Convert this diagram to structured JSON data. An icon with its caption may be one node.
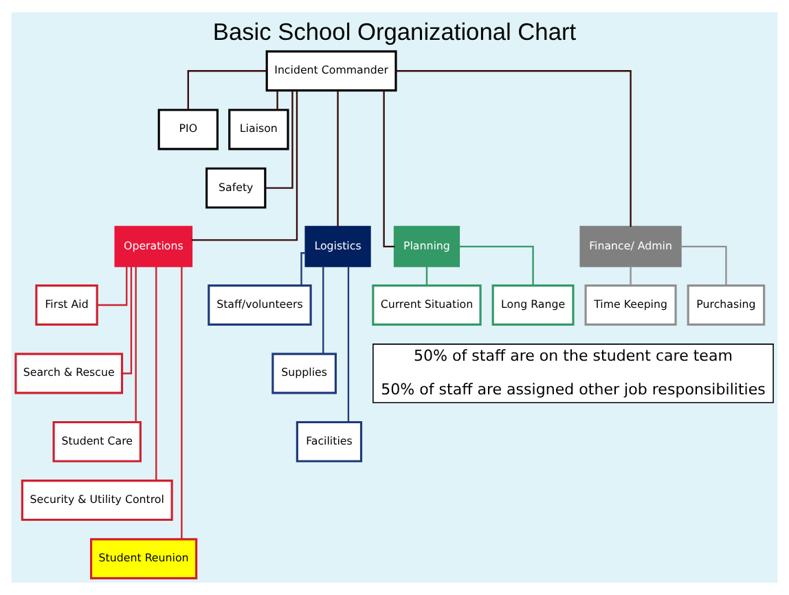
{
  "diagram": {
    "title": "Basic School Organizational Chart",
    "nodes": [
      {
        "text": [
          "Incident Commander"
        ]
      },
      {
        "text": [
          "PIO"
        ]
      },
      {
        "text": [
          "Liaison"
        ]
      },
      {
        "text": [
          "Safety"
        ]
      },
      {
        "text": [
          "Operations"
        ]
      },
      {
        "text": [
          "Logistics"
        ]
      },
      {
        "text": [
          "Planning"
        ]
      },
      {
        "text": [
          "Finance/ Admin"
        ]
      },
      {
        "text": [
          "First Aid"
        ]
      },
      {
        "text": [
          "Search & Rescue"
        ]
      },
      {
        "text": [
          "Student Care"
        ]
      },
      {
        "text": [
          "Security & Utility Control"
        ]
      },
      {
        "text": [
          "Student Reunion"
        ]
      },
      {
        "text": [
          "Staff/volunteers"
        ]
      },
      {
        "text": [
          "Supplies"
        ]
      },
      {
        "text": [
          "Facilities"
        ]
      },
      {
        "text": [
          "Current Situation"
        ]
      },
      {
        "text": [
          "Long Range"
        ]
      },
      {
        "text": [
          "Time Keeping"
        ]
      },
      {
        "text": [
          "Purchasing"
        ]
      },
      {
        "text": [
          "50% of staff are on the student care team",
          "50% of staff are assigned other job responsibilities"
        ]
      }
    ],
    "edges": [
      {
        "from": 0,
        "to": 1,
        "arrow": "none"
      },
      {
        "from": 0,
        "to": 2,
        "arrow": "none"
      },
      {
        "from": 0,
        "to": 3,
        "arrow": "none"
      },
      {
        "from": 0,
        "to": 4,
        "arrow": "none"
      },
      {
        "from": 0,
        "to": 5,
        "arrow": "none"
      },
      {
        "from": 0,
        "to": 6,
        "arrow": "none"
      },
      {
        "from": 0,
        "to": 7,
        "arrow": "none"
      },
      {
        "from": 4,
        "to": 8,
        "arrow": "none",
        "color": "#d0202e"
      },
      {
        "from": 4,
        "to": 9,
        "arrow": "none",
        "color": "#d0202e"
      },
      {
        "from": 4,
        "to": 10,
        "arrow": "none",
        "color": "#d0202e"
      },
      {
        "from": 4,
        "to": 11,
        "arrow": "none",
        "color": "#d0202e"
      },
      {
        "from": 4,
        "to": 12,
        "arrow": "none",
        "color": "#d0202e"
      },
      {
        "from": 5,
        "to": 13,
        "arrow": "none",
        "color": "#1f3a7a"
      },
      {
        "from": 5,
        "to": 14,
        "arrow": "none",
        "color": "#1f3a7a"
      },
      {
        "from": 5,
        "to": 15,
        "arrow": "none",
        "color": "#1f3a7a"
      },
      {
        "from": 6,
        "to": 16,
        "arrow": "none",
        "color": "#339966"
      },
      {
        "from": 6,
        "to": 17,
        "arrow": "none",
        "color": "#339966"
      },
      {
        "from": 7,
        "to": 18,
        "arrow": "none",
        "color": "#909090"
      },
      {
        "from": 7,
        "to": 19,
        "arrow": "none",
        "color": "#909090"
      }
    ]
  }
}
